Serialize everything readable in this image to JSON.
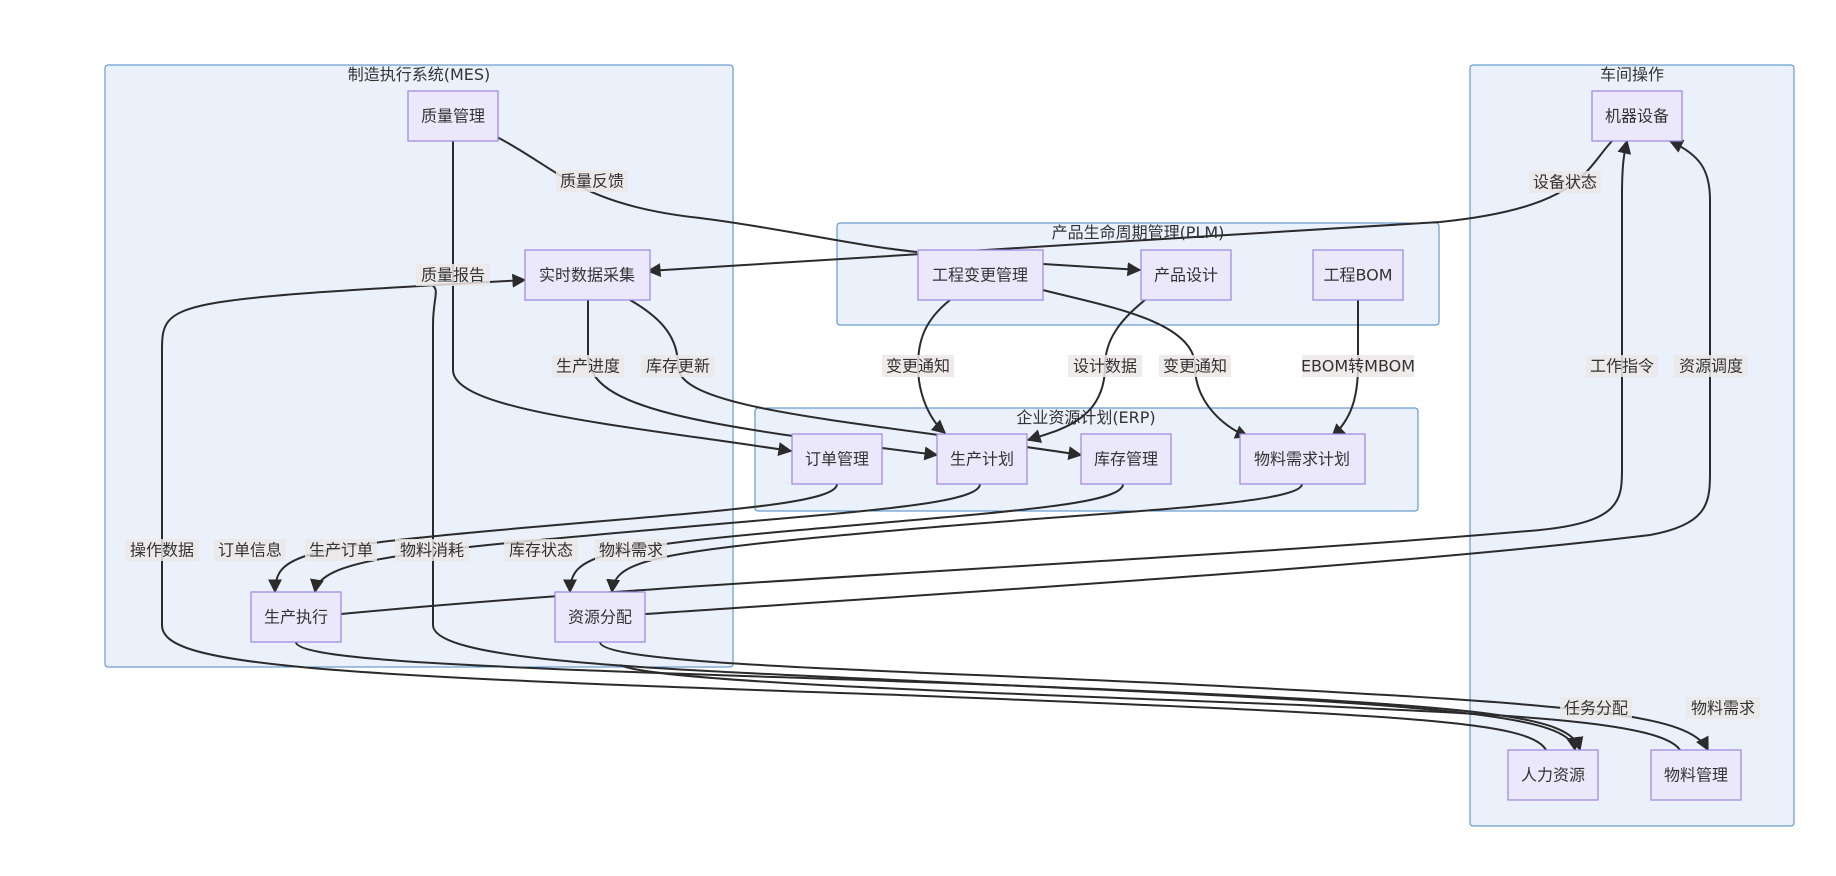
{
  "clusters": {
    "mes": "制造执行系统(MES)",
    "plm": "产品生命周期管理(PLM)",
    "erp": "企业资源计划(ERP)",
    "shop": "车间操作"
  },
  "nodes": {
    "quality": "质量管理",
    "realtime": "实时数据采集",
    "prodexec": "生产执行",
    "resalloc": "资源分配",
    "engchange": "工程变更管理",
    "proddesign": "产品设计",
    "ebom": "工程BOM",
    "order": "订单管理",
    "prodplan": "生产计划",
    "inventory": "库存管理",
    "mrp": "物料需求计划",
    "machine": "机器设备",
    "hr": "人力资源",
    "material": "物料管理"
  },
  "edge_labels": {
    "quality_feedback": "质量反馈",
    "quality_report": "质量报告",
    "device_status": "设备状态",
    "prod_progress": "生产进度",
    "inventory_update": "库存更新",
    "change_notice_1": "变更通知",
    "design_data": "设计数据",
    "change_notice_2": "变更通知",
    "ebom_to_mbom": "EBOM转MBOM",
    "work_order": "工作指令",
    "resource_dispatch": "资源调度",
    "operation_data": "操作数据",
    "order_info": "订单信息",
    "prod_order": "生产订单",
    "material_consumption": "物料消耗",
    "inventory_status": "库存状态",
    "material_demand_1": "物料需求",
    "task_assignment": "任务分配",
    "material_demand_2": "物料需求"
  },
  "colors": {
    "cluster_fill": "#eaf1fb",
    "cluster_border": "#4a86c5",
    "node_fill": "#ece8fb",
    "node_border": "#9b86e0",
    "edge": "#2b2b2b"
  }
}
